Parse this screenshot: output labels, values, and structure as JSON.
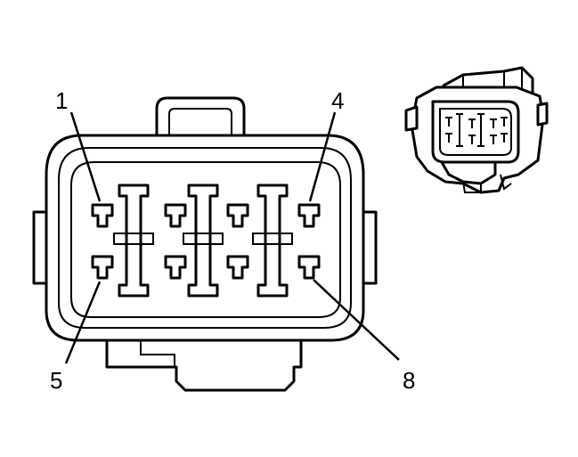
{
  "callouts": [
    {
      "id": "pin-1",
      "label": "1"
    },
    {
      "id": "pin-4",
      "label": "4"
    },
    {
      "id": "pin-5",
      "label": "5"
    },
    {
      "id": "pin-8",
      "label": "8"
    }
  ],
  "colors": {
    "line": "#000000",
    "background": "#ffffff"
  }
}
